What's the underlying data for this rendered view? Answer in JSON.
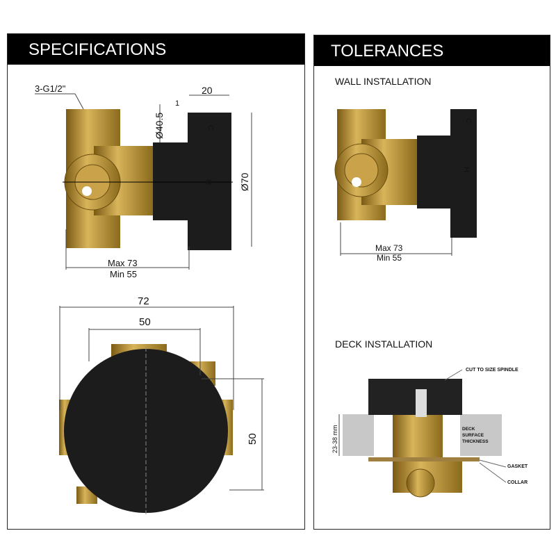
{
  "specifications": {
    "title": "SPECIFICATIONS",
    "side_view": {
      "thread_label": "3-G1/2\"",
      "dim_cover_depth": "20",
      "dim_gap": "1",
      "dim_body_diameter": "Ø40.5",
      "dim_cover_diameter": "Ø70",
      "dim_max": "Max 73",
      "dim_min": "Min 55",
      "marking_cold": "C",
      "marking_hot": "H"
    },
    "front_view": {
      "dim_overall_width": "72",
      "dim_inner_width": "50",
      "dim_height": "50"
    }
  },
  "tolerances": {
    "title": "TOLERANCES",
    "wall": {
      "heading": "WALL INSTALLATION",
      "dim_max": "Max 73",
      "dim_min": "Min 55",
      "marking_cold": "C",
      "marking_hot": "H"
    },
    "deck": {
      "heading": "DECK INSTALLATION",
      "label_spindle": "CUT TO SIZE SPINDLE",
      "label_thickness_1": "DECK",
      "label_thickness_2": "SURFACE",
      "label_thickness_3": "THICKNESS",
      "label_range": "23-38 mm",
      "label_gasket": "GASKET",
      "label_collar": "COLLAR"
    }
  },
  "colors": {
    "brass": "#b08a2e",
    "black": "#1c1c1c",
    "deck": "#c8c8c8"
  }
}
